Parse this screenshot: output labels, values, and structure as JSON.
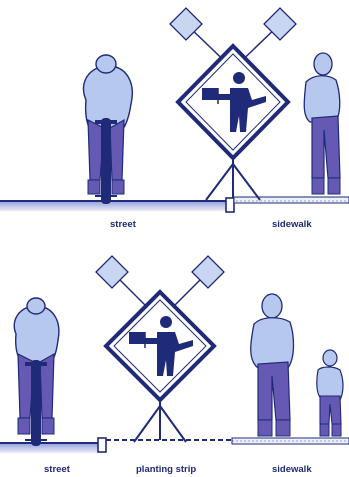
{
  "panels": {
    "top": {
      "labels": {
        "street": "street",
        "sidewalk": "sidewalk"
      }
    },
    "bottom": {
      "labels": {
        "street": "street",
        "planting_strip": "planting strip",
        "sidewalk": "sidewalk"
      }
    }
  },
  "colors": {
    "ink": "#1f2a78",
    "flag": "#c9d6f2",
    "figure": "#b7c8ee",
    "figure_dark": "#6559b4",
    "sign_panel": "#ffffff",
    "ground_fill": "#dfe5f7"
  }
}
